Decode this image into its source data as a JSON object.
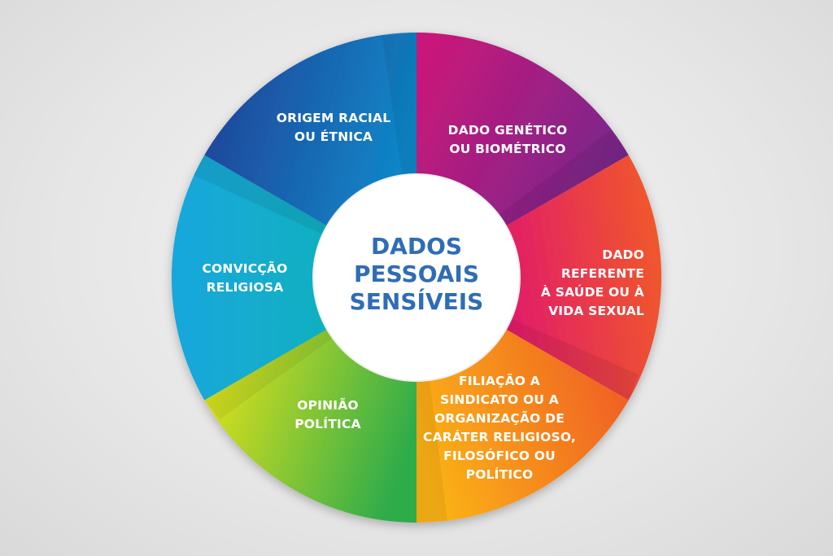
{
  "center": {
    "lines": [
      "DADOS",
      "PESSOAIS",
      "SENSÍVEIS"
    ],
    "color": "#2f6db5"
  },
  "segments": [
    {
      "name": "origem-racial",
      "lines": [
        "ORIGEM RACIAL",
        "OU ÉTNICA"
      ],
      "colors": [
        "#233f95",
        "#0f86c8"
      ]
    },
    {
      "name": "dado-genetico",
      "lines": [
        "DADO GENÉTICO",
        "OU BIOMÉTRICO"
      ],
      "colors": [
        "#c8187a",
        "#6a2a8f"
      ]
    },
    {
      "name": "dado-saude",
      "lines": [
        "DADO",
        "REFERENTE",
        "À SAÚDE OU À",
        "VIDA SEXUAL"
      ],
      "colors": [
        "#e0166f",
        "#f0582b"
      ]
    },
    {
      "name": "filiacao-sindicato",
      "lines": [
        "FILIAÇÃO A",
        "SINDICATO OU A",
        "ORGANIZAÇÃO DE",
        "CARÁTER RELIGIOSO,",
        "FILOSÓFICO OU",
        "POLÍTICO"
      ],
      "colors": [
        "#fbb317",
        "#ef5a24"
      ]
    },
    {
      "name": "opiniao-politica",
      "lines": [
        "OPINIÃO",
        "POLÍTICA"
      ],
      "colors": [
        "#efe619",
        "#2fac4a"
      ]
    },
    {
      "name": "conviccao-religiosa",
      "lines": [
        "CONVICÇÃO",
        "RELIGIOSA"
      ],
      "colors": [
        "#13a7dd",
        "#10b5b0"
      ]
    }
  ]
}
